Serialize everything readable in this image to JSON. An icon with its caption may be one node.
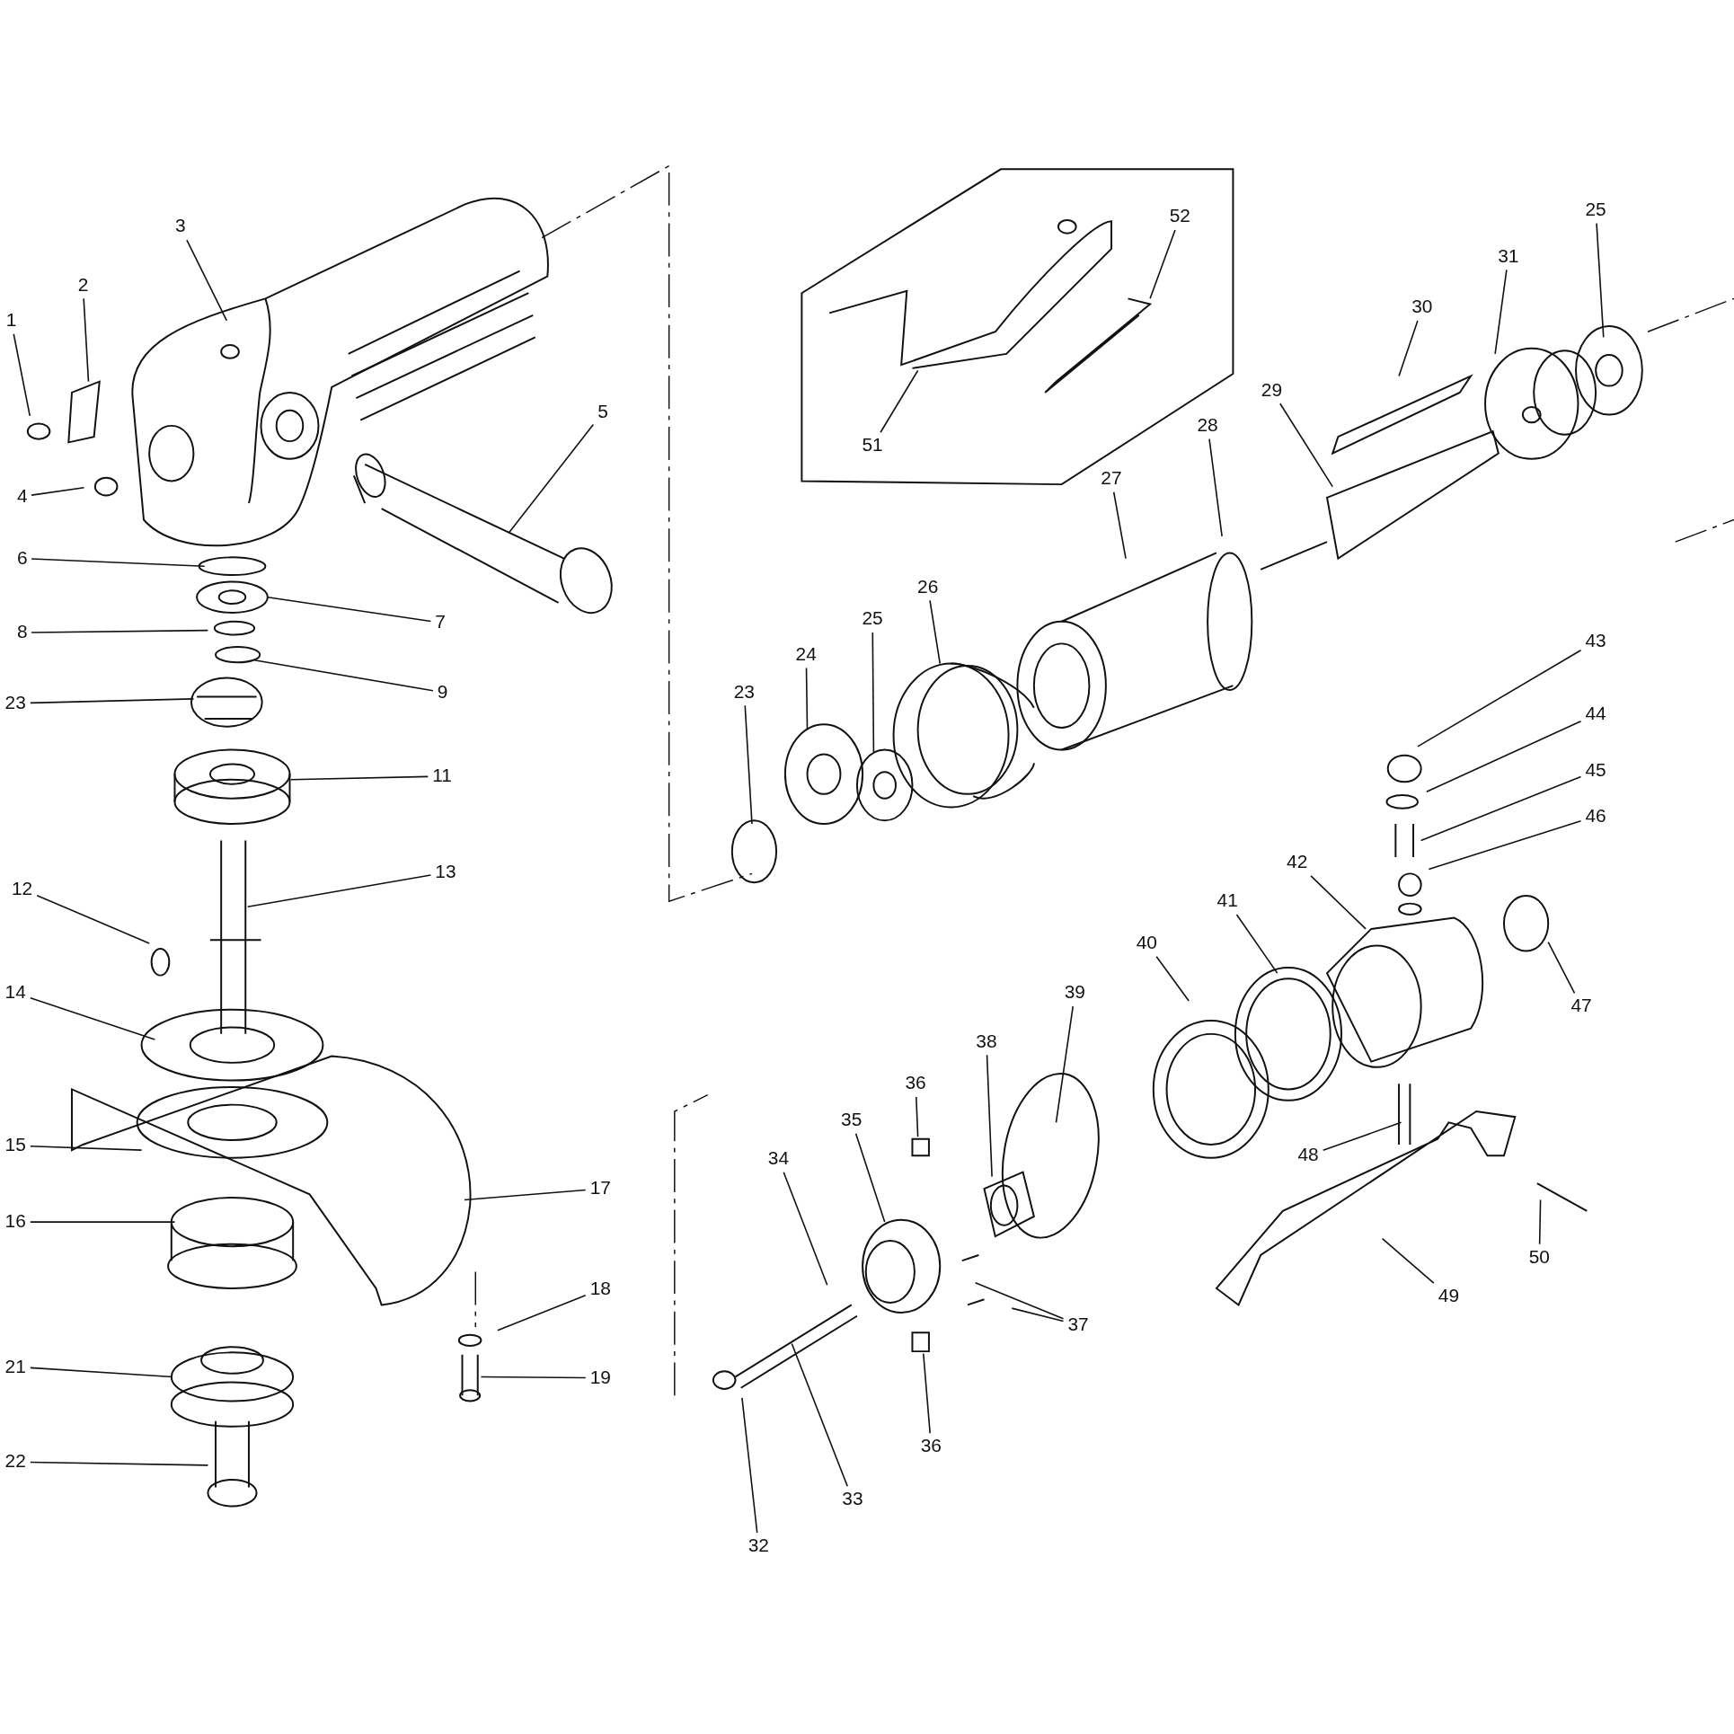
{
  "diagram": {
    "nodes": [
      {
        "text": [
          "1"
        ]
      },
      {
        "text": [
          "2"
        ]
      },
      {
        "text": [
          "3"
        ]
      },
      {
        "text": [
          "4"
        ]
      },
      {
        "text": [
          "5"
        ]
      },
      {
        "text": [
          "6"
        ]
      },
      {
        "text": [
          "7"
        ]
      },
      {
        "text": [
          "8"
        ]
      },
      {
        "text": [
          "9"
        ]
      },
      {
        "text": [
          "23"
        ]
      },
      {
        "text": [
          "11"
        ]
      },
      {
        "text": [
          "12"
        ]
      },
      {
        "text": [
          "13"
        ]
      },
      {
        "text": [
          "14"
        ]
      },
      {
        "text": [
          "15"
        ]
      },
      {
        "text": [
          "17"
        ]
      },
      {
        "text": [
          "16"
        ]
      },
      {
        "text": [
          "18"
        ]
      },
      {
        "text": [
          "21"
        ]
      },
      {
        "text": [
          "19"
        ]
      },
      {
        "text": [
          "22"
        ]
      },
      {
        "text": [
          "52"
        ]
      },
      {
        "text": [
          "51"
        ]
      },
      {
        "text": [
          "30"
        ]
      },
      {
        "text": [
          "31"
        ]
      },
      {
        "text": [
          "25"
        ]
      },
      {
        "text": [
          "29"
        ]
      },
      {
        "text": [
          "28"
        ]
      },
      {
        "text": [
          "27"
        ]
      },
      {
        "text": [
          "26"
        ]
      },
      {
        "text": [
          "25"
        ]
      },
      {
        "text": [
          "24"
        ]
      },
      {
        "text": [
          "23"
        ]
      },
      {
        "text": [
          "43"
        ]
      },
      {
        "text": [
          "44"
        ]
      },
      {
        "text": [
          "45"
        ]
      },
      {
        "text": [
          "46"
        ]
      },
      {
        "text": [
          "42"
        ]
      },
      {
        "text": [
          "41"
        ]
      },
      {
        "text": [
          "47"
        ]
      },
      {
        "text": [
          "40"
        ]
      },
      {
        "text": [
          "39"
        ]
      },
      {
        "text": [
          "38"
        ]
      },
      {
        "text": [
          "36"
        ]
      },
      {
        "text": [
          "35"
        ]
      },
      {
        "text": [
          "34"
        ]
      },
      {
        "text": [
          "37"
        ]
      },
      {
        "text": [
          "48"
        ]
      },
      {
        "text": [
          "49"
        ]
      },
      {
        "text": [
          "50"
        ]
      },
      {
        "text": [
          "36"
        ]
      },
      {
        "text": [
          "33"
        ]
      },
      {
        "text": [
          "32"
        ]
      }
    ],
    "edges": [
      {
        "from": 0,
        "to": null,
        "arrow": "none"
      },
      {
        "from": 1,
        "to": null,
        "arrow": "none"
      },
      {
        "from": 2,
        "to": null,
        "arrow": "none"
      },
      {
        "from": 3,
        "to": null,
        "arrow": "none"
      },
      {
        "from": 4,
        "to": null,
        "arrow": "none"
      },
      {
        "from": 5,
        "to": null,
        "arrow": "none"
      },
      {
        "from": 6,
        "to": null,
        "arrow": "none"
      },
      {
        "from": 7,
        "to": null,
        "arrow": "none"
      },
      {
        "from": 8,
        "to": null,
        "arrow": "none"
      },
      {
        "from": 9,
        "to": null,
        "arrow": "none"
      },
      {
        "from": 10,
        "to": null,
        "arrow": "none"
      },
      {
        "from": 11,
        "to": null,
        "arrow": "none"
      },
      {
        "from": 12,
        "to": null,
        "arrow": "none"
      },
      {
        "from": 13,
        "to": null,
        "arrow": "none"
      },
      {
        "from": 14,
        "to": null,
        "arrow": "none"
      },
      {
        "from": 15,
        "to": null,
        "arrow": "none"
      },
      {
        "from": 16,
        "to": null,
        "arrow": "none"
      },
      {
        "from": 17,
        "to": null,
        "arrow": "none"
      },
      {
        "from": 18,
        "to": null,
        "arrow": "none"
      },
      {
        "from": 19,
        "to": null,
        "arrow": "none"
      },
      {
        "from": 20,
        "to": null,
        "arrow": "none"
      },
      {
        "from": 21,
        "to": null,
        "arrow": "none"
      },
      {
        "from": 22,
        "to": null,
        "arrow": "none"
      },
      {
        "from": 23,
        "to": null,
        "arrow": "none"
      },
      {
        "from": 24,
        "to": null,
        "arrow": "none"
      },
      {
        "from": 25,
        "to": null,
        "arrow": "none"
      },
      {
        "from": 26,
        "to": null,
        "arrow": "none"
      },
      {
        "from": 27,
        "to": null,
        "arrow": "none"
      },
      {
        "from": 28,
        "to": null,
        "arrow": "none"
      },
      {
        "from": 29,
        "to": null,
        "arrow": "none"
      },
      {
        "from": 30,
        "to": null,
        "arrow": "none"
      },
      {
        "from": 31,
        "to": null,
        "arrow": "none"
      },
      {
        "from": 32,
        "to": null,
        "arrow": "none"
      },
      {
        "from": 33,
        "to": null,
        "arrow": "none"
      },
      {
        "from": 34,
        "to": null,
        "arrow": "none"
      },
      {
        "from": 35,
        "to": null,
        "arrow": "none"
      },
      {
        "from": 36,
        "to": null,
        "arrow": "none"
      },
      {
        "from": 37,
        "to": null,
        "arrow": "none"
      },
      {
        "from": 38,
        "to": null,
        "arrow": "none"
      },
      {
        "from": 39,
        "to": null,
        "arrow": "none"
      },
      {
        "from": 40,
        "to": null,
        "arrow": "none"
      },
      {
        "from": 41,
        "to": null,
        "arrow": "none"
      },
      {
        "from": 42,
        "to": null,
        "arrow": "none"
      },
      {
        "from": 43,
        "to": null,
        "arrow": "none"
      },
      {
        "from": 44,
        "to": null,
        "arrow": "none"
      },
      {
        "from": 45,
        "to": null,
        "arrow": "none"
      },
      {
        "from": 46,
        "to": null,
        "arrow": "none"
      },
      {
        "from": 47,
        "to": null,
        "arrow": "none"
      },
      {
        "from": 48,
        "to": null,
        "arrow": "none"
      },
      {
        "from": 49,
        "to": null,
        "arrow": "none"
      },
      {
        "from": 50,
        "to": null,
        "arrow": "none"
      },
      {
        "from": 51,
        "to": null,
        "arrow": "none"
      },
      {
        "from": 52,
        "to": null,
        "arrow": "none"
      },
      {
        "from": 46,
        "to": null,
        "arrow": "none"
      }
    ]
  }
}
